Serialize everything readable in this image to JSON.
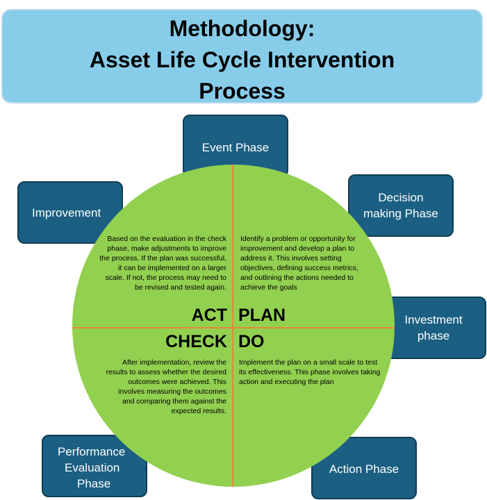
{
  "title": {
    "line1": "Methodology:",
    "line2": "Asset Life Cycle Intervention",
    "line3": "Process"
  },
  "phases": {
    "event": "Event Phase",
    "decision": [
      "Decision",
      "making Phase"
    ],
    "improvement": "Improvement",
    "investment": [
      "Investment",
      "phase"
    ],
    "performance": [
      "Performance",
      "Evaluation",
      "Phase"
    ],
    "action": "Action Phase"
  },
  "quadrants": {
    "act": {
      "label": "ACT",
      "text": "Based on the evaluation in the check phase, make adjustments to improve the process. If the plan was successful, it can be implemented on a larger scale. If not, the process may need to be revised and tested again."
    },
    "plan": {
      "label": "PLAN",
      "text": "Identify a problem or opportunity for improvement and develop a plan to address it. This involves setting objectives, defining success metrics, and outlining the actions needed to achieve the goals"
    },
    "check": {
      "label": "CHECK",
      "text": "After implementation, review the results to assess whether the desired outcomes were achieved. This involves measuring the outcomes and comparing them against the expected results."
    },
    "do": {
      "label": "DO",
      "text": "Implement the plan on a small scale to test its effectiveness. This phase involves taking action and executing the plan"
    }
  },
  "colors": {
    "title_bg": "#87cdea",
    "phase_box": "#1b5f82",
    "circle": "#92d050",
    "divider": "#e8873a"
  }
}
